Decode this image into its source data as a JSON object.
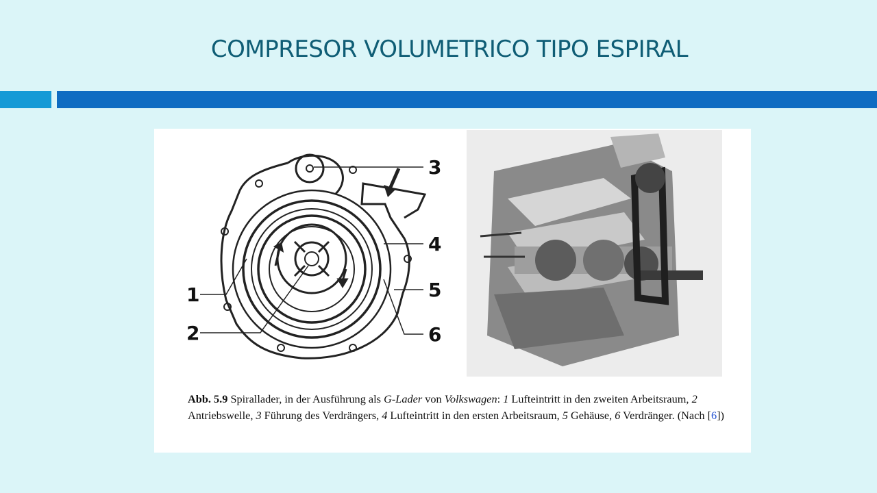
{
  "slide": {
    "title": "COMPRESOR VOLUMETRICO TIPO ESPIRAL"
  },
  "diagram": {
    "labels": [
      "1",
      "2",
      "3",
      "4",
      "5",
      "6"
    ]
  },
  "caption": {
    "fig_number": "Abb. 5.9",
    "t1": "  Spirallader, in der Ausführung als ",
    "glader": "G-Lader",
    "t2": " von ",
    "vw": "Volkswagen",
    "t3": ": ",
    "n1": "1",
    "t4": " Lufteintritt in den zweiten Arbeitsraum, ",
    "n2": "2",
    "t5": " Antriebswelle, ",
    "n3": "3",
    "t6": " Führung des Verdrängers, ",
    "n4": "4",
    "t7": " Lufteintritt in den ersten Arbeitsraum, ",
    "n5": "5",
    "t8": " Gehäuse, ",
    "n6": "6",
    "t9": " Verdränger. (Nach ",
    "ref_open": "[",
    "ref": "6",
    "ref_close": "])"
  }
}
